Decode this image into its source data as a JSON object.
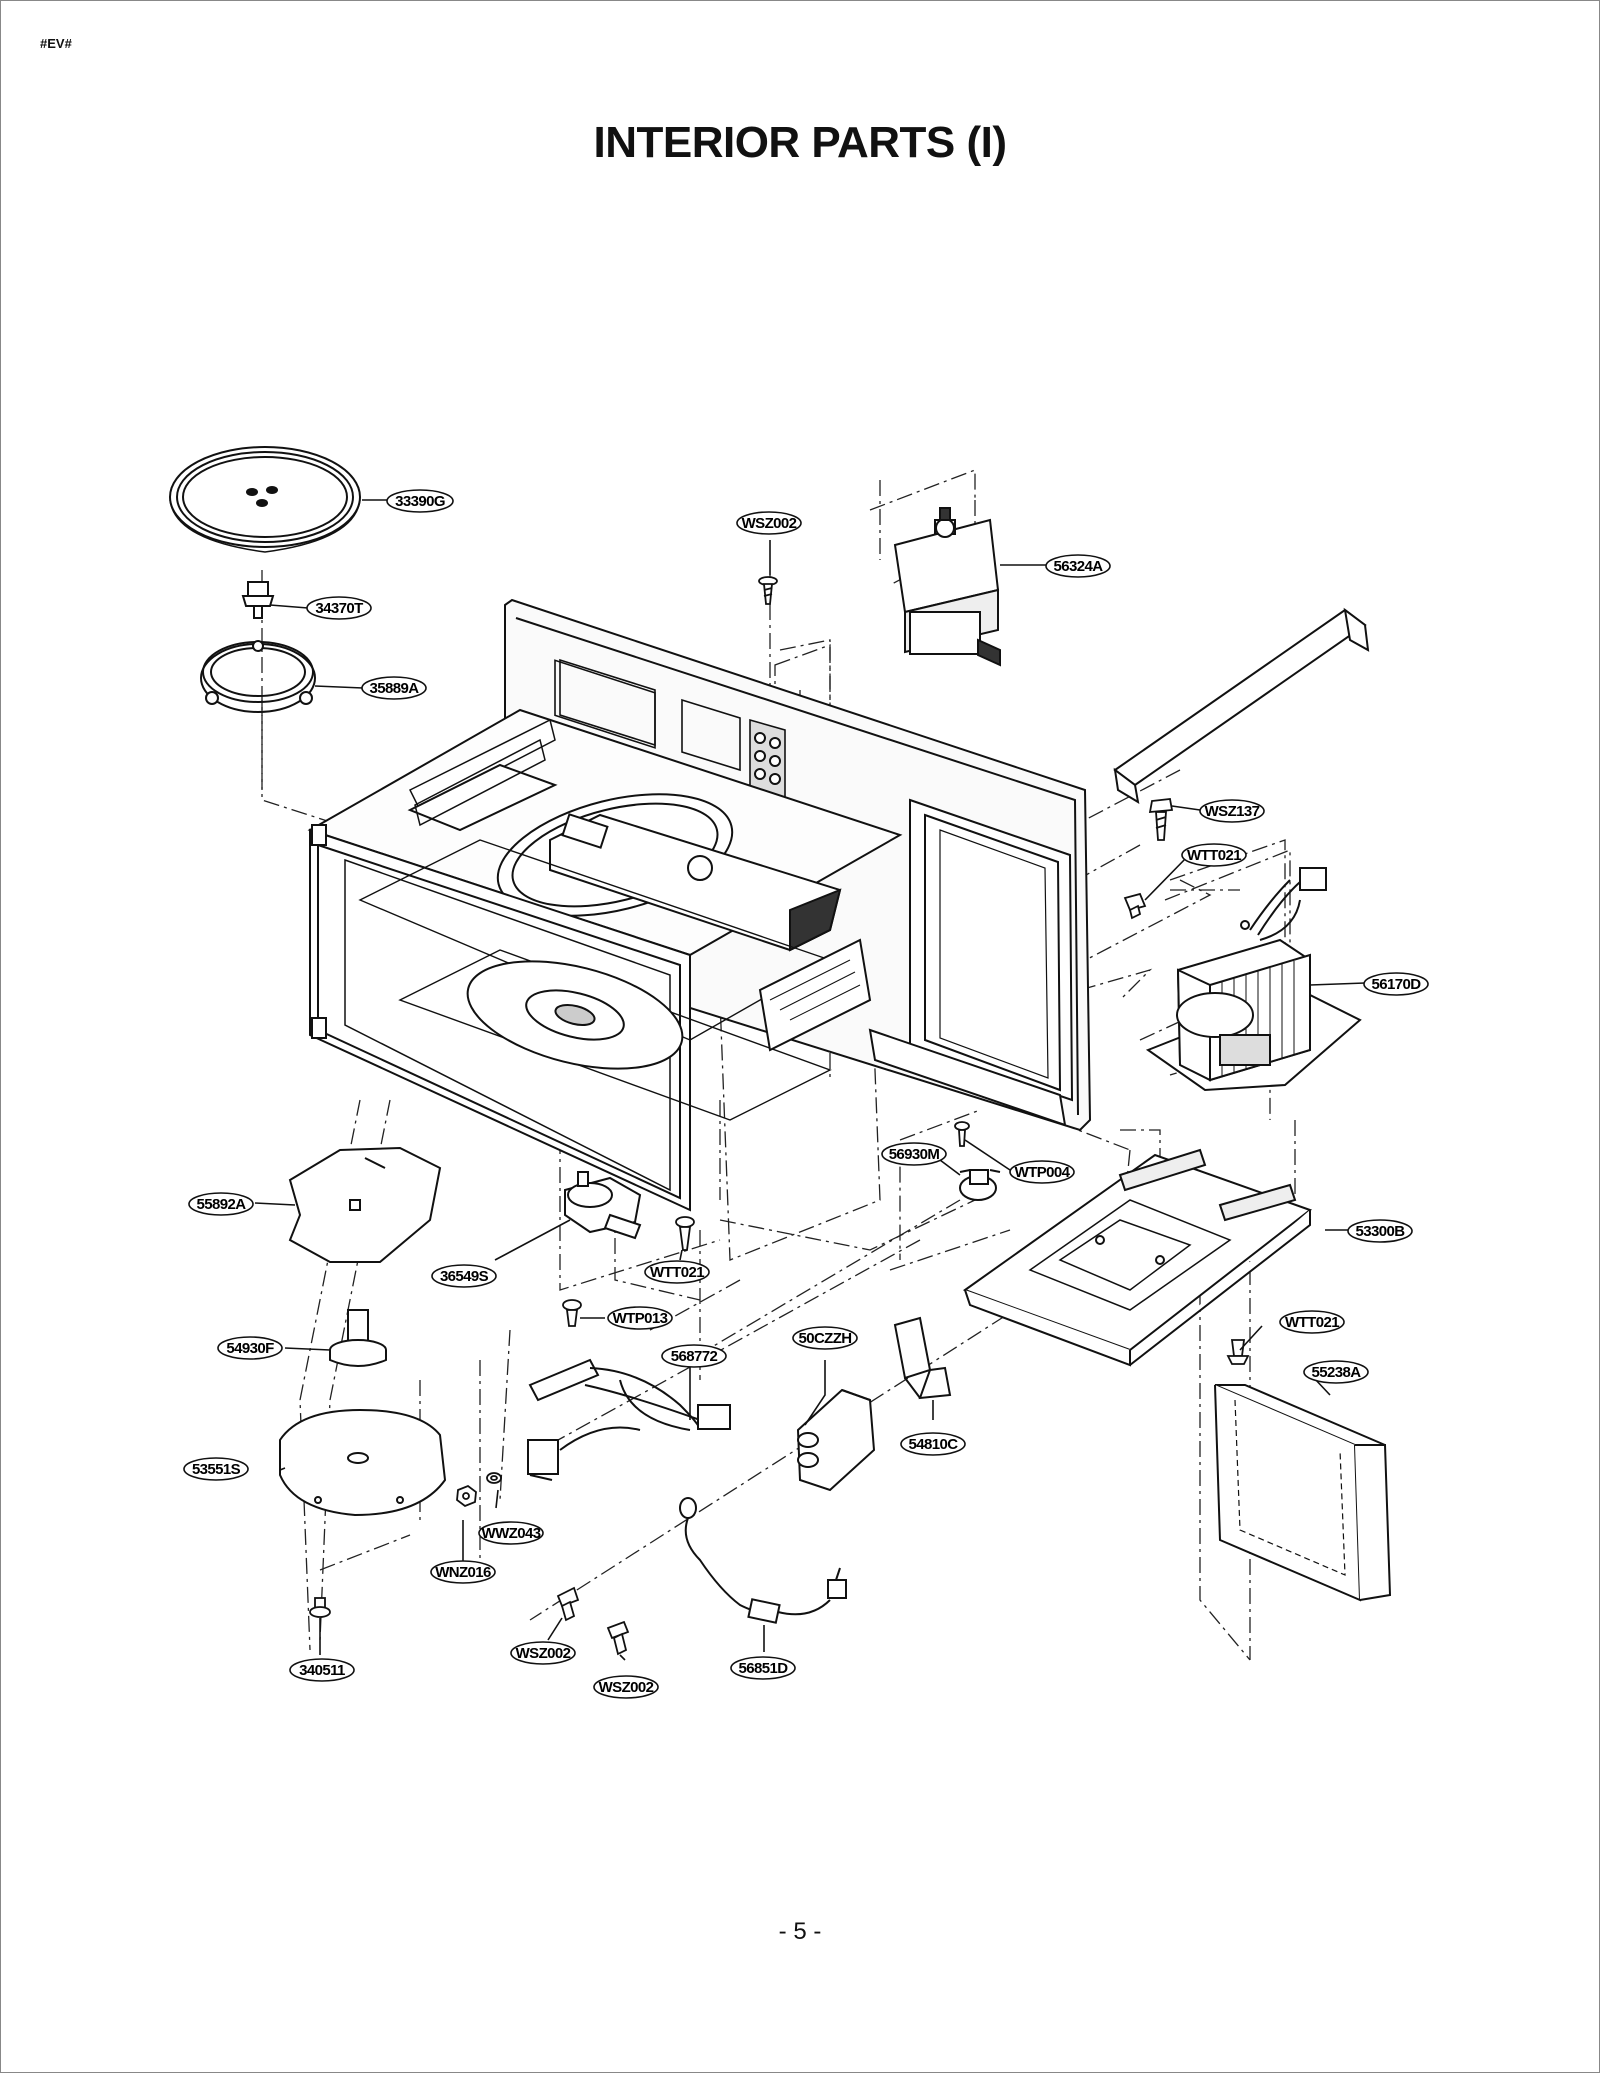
{
  "header": {
    "code": "#EV#",
    "title": "INTERIOR PARTS (I)"
  },
  "footer": {
    "page_number": "- 5 -"
  },
  "callouts": {
    "p33390G": "33390G",
    "p34370T": "34370T",
    "p35889A": "35889A",
    "wsz002_top": "WSZ002",
    "p56324A": "56324A",
    "wsz137": "WSZ137",
    "wtt021_right": "WTT021",
    "p56170D": "56170D",
    "p56930M": "56930M",
    "wtp004": "WTP004",
    "p53300B": "53300B",
    "p55892A": "55892A",
    "p36549S": "36549S",
    "wtt021_mid": "WTT021",
    "wtp013": "WTP013",
    "p568772": "568772",
    "p50CZZH": "50CZZH",
    "wtt021_lower": "WTT021",
    "p55238A": "55238A",
    "p54930F": "54930F",
    "p54810C": "54810C",
    "p53551S": "53551S",
    "wwz043": "WWZ043",
    "wnz016": "WNZ016",
    "wsz002_left": "WSZ002",
    "wsz002_bottom": "WSZ002",
    "p56851D": "56851D",
    "p340511": "340511"
  }
}
